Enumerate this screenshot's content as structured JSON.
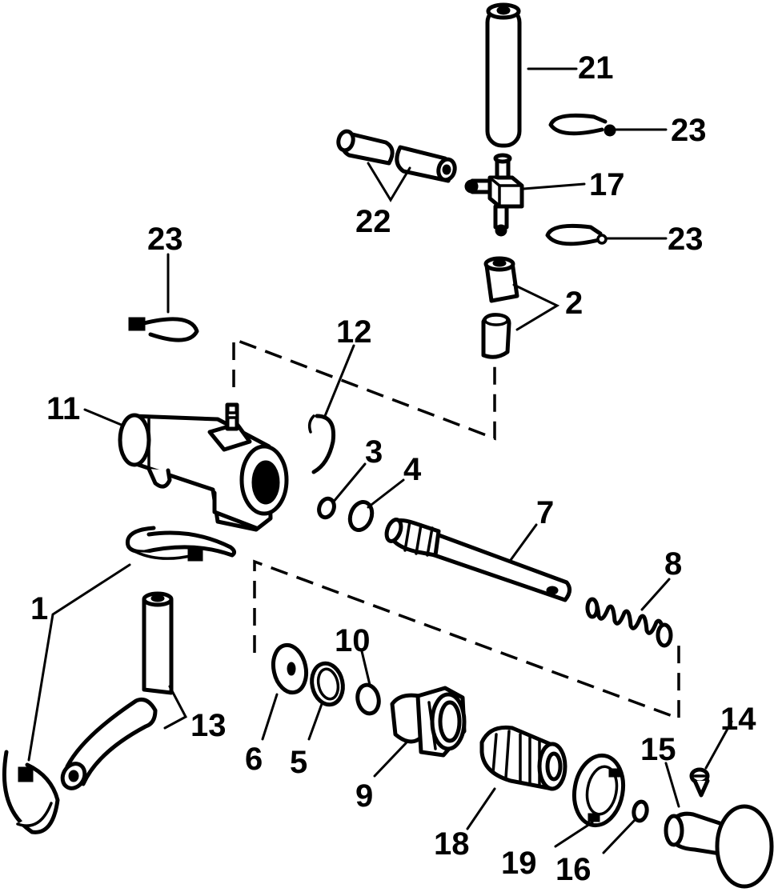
{
  "callouts": {
    "c1": "1",
    "c2": "2",
    "c3": "3",
    "c4": "4",
    "c5": "5",
    "c6": "6",
    "c7": "7",
    "c8": "8",
    "c9": "9",
    "c10": "10",
    "c11": "11",
    "c12": "12",
    "c13": "13",
    "c14": "14",
    "c15": "15",
    "c16": "16",
    "c17": "17",
    "c18": "18",
    "c19": "19",
    "c21": "21",
    "c22": "22",
    "c23a": "23",
    "c23b": "23",
    "c23c": "23"
  },
  "colors": {
    "ink": "#000000",
    "paper": "#ffffff"
  }
}
